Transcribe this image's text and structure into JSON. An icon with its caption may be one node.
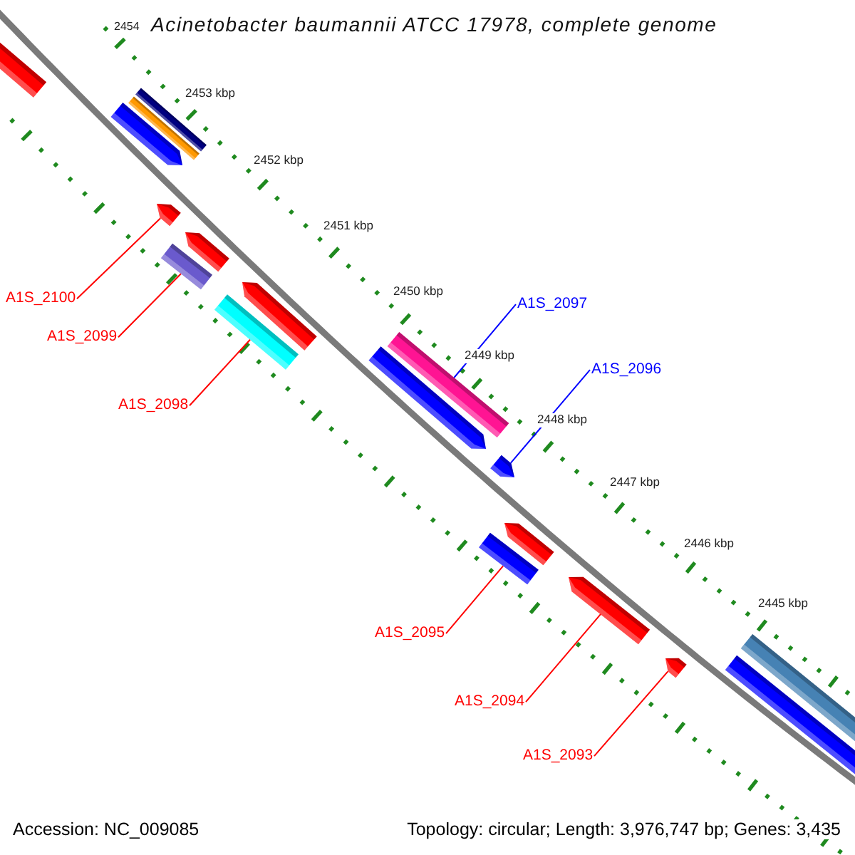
{
  "diagram": {
    "title": "Acinetobacter baumannii ATCC 17978, complete genome",
    "nodes": [
      {
        "text": [
          "A1S_2100"
        ]
      },
      {
        "text": [
          "A1S_2099"
        ]
      },
      {
        "text": [
          "A1S_2098"
        ]
      },
      {
        "text": [
          "A1S_2097"
        ]
      },
      {
        "text": [
          "A1S_2096"
        ]
      },
      {
        "text": [
          "A1S_2095"
        ]
      },
      {
        "text": [
          "A1S_2094"
        ]
      },
      {
        "text": [
          "A1S_2093"
        ]
      },
      {
        "text": [],
        "shape": "bar"
      },
      {
        "text": [],
        "shape": "bar"
      },
      {
        "text": [],
        "shape": "bar"
      },
      {
        "text": [],
        "shape": "bar"
      },
      {
        "text": [],
        "shape": "bar"
      },
      {
        "text": [],
        "shape": "bar"
      },
      {
        "text": [],
        "shape": "bar"
      },
      {
        "text": [],
        "shape": "bar"
      },
      {
        "text": [],
        "shape": "bar"
      },
      {
        "text": [],
        "shape": "bar"
      },
      {
        "text": [],
        "shape": "bar"
      },
      {
        "text": [],
        "shape": "bar"
      },
      {
        "text": [],
        "shape": "bar"
      },
      {
        "text": [],
        "shape": "bar"
      },
      {
        "text": [],
        "shape": "bar"
      },
      {
        "text": [],
        "shape": "bar"
      },
      {
        "text": [],
        "shape": "bar"
      },
      {
        "text": [],
        "shape": "bar"
      }
    ],
    "edges": [
      {
        "from": 0,
        "to": 12,
        "arrow": "none"
      },
      {
        "from": 1,
        "to": 13,
        "arrow": "none"
      },
      {
        "from": 2,
        "to": 15,
        "arrow": "none"
      },
      {
        "from": 3,
        "to": 18,
        "arrow": "none",
        "color": "#0000ff"
      },
      {
        "from": 4,
        "to": 20,
        "arrow": "none",
        "color": "#0000ff"
      },
      {
        "from": 5,
        "to": 19,
        "arrow": "none"
      },
      {
        "from": 6,
        "to": 22,
        "arrow": "none"
      },
      {
        "from": 7,
        "to": 23,
        "arrow": "none"
      }
    ],
    "labels": [
      "2454",
      "2453 kbp",
      "2452 kbp",
      "2451 kbp",
      "2450 kbp",
      "2449 kbp",
      "2448 kbp",
      "2447 kbp",
      "2446 kbp",
      "2445 kbp",
      "Accession: NC_009085",
      "Topology: circular; Length: 3,976,747 bp; Genes: 3,435"
    ]
  }
}
